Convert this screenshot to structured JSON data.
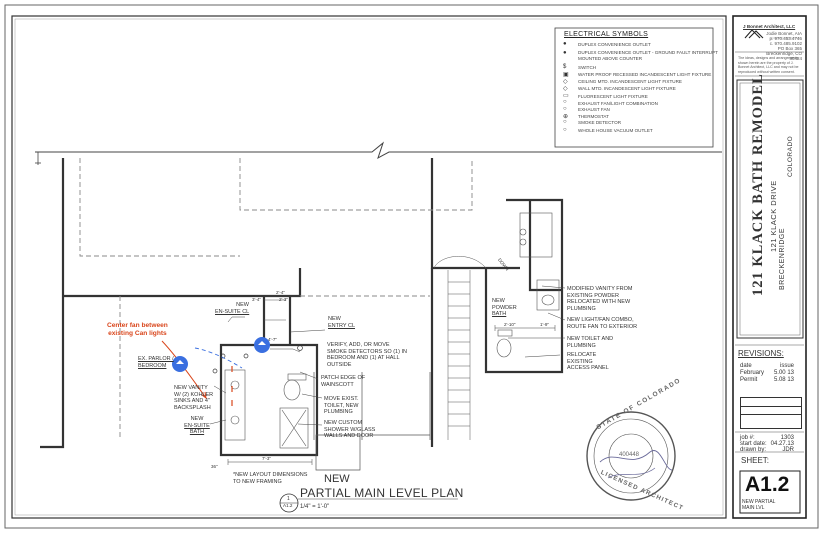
{
  "title_block": {
    "firm_name": "J Bonnet Architect, LLC",
    "firm_contact": [
      "Jodie Bonnet, AIA",
      "p. 970.453.4746",
      "c. 970.485.9102",
      "PO Box 365",
      "Breckenridge, CO 80424"
    ],
    "disclaimer": "The ideas, designs and arrangements shown herein are the property of J. Bonnet Architect, LLC and may not be reproduced without written consent.",
    "project_name": "121 KLACK BATH REMODEL",
    "project_address": "121 KLACK DRIVE",
    "city": "BRECKENRIDGE",
    "state": "COLORADO",
    "revisions_label": "REVISIONS:",
    "revisions": [
      {
        "label": "date",
        "value": "issue"
      },
      {
        "label": "February",
        "value": "5.00 13"
      },
      {
        "label": "Permit",
        "value": "5.08 13"
      }
    ],
    "job_number_label": "job #:",
    "job_number": "1303",
    "start_date_label": "start date:",
    "start_date": "04.27.13",
    "drawn_by_label": "drawn by:",
    "drawn_by": "JDR",
    "sheet_label": "SHEET:",
    "sheet_number": "A1.2",
    "sheet_title": [
      "NEW PARTIAL",
      "MAIN LVL"
    ]
  },
  "legend": {
    "title": "ELECTRICAL SYMBOLS",
    "items": [
      {
        "symbol": "●",
        "label": "DUPLEX CONVENIENCE OUTLET"
      },
      {
        "symbol": "●",
        "label": "DUPLEX CONVENIENCE OUTLET - GROUND FAULT INTERRUPT"
      },
      {
        "symbol": "",
        "label": "MOUNTED ABOVE COUNTER"
      },
      {
        "symbol": "$",
        "label": "SWITCH"
      },
      {
        "symbol": "▣",
        "label": "WATER PROOF RECESSED INCANDESCENT LIGHT FIXTURE"
      },
      {
        "symbol": "◇",
        "label": "CEILING MTD. INCANDESCENT LIGHT FIXTURE"
      },
      {
        "symbol": "◇",
        "label": "WALL MTD. INCANDESCENT LIGHT FIXTURE"
      },
      {
        "symbol": "▭",
        "label": "FLUORESCENT LIGHT FIXTURE"
      },
      {
        "symbol": "○",
        "label": "EXHAUST FAN/LIGHT COMBINATION"
      },
      {
        "symbol": "○",
        "label": "EXHAUST FAN"
      },
      {
        "symbol": "⊕",
        "label": "THERMOSTAT"
      },
      {
        "symbol": "○",
        "label": "SMOKE DETECTOR"
      },
      {
        "symbol": "○",
        "label": "WHOLE HOUSE VACUUM OUTLET"
      }
    ]
  },
  "notes": {
    "new_en_suite_cl": [
      "NEW",
      "EN-SUITE CL"
    ],
    "new_entry_cl": [
      "NEW",
      "ENTRY CL"
    ],
    "verify_smoke": [
      "VERIFY, ADD, OR MOVE",
      "SMOKE DETECTORS SO (1) IN",
      "BEDROOM AND (1) AT HALL",
      "OUTSIDE"
    ],
    "patch_edge": [
      "PATCH EDGE OF",
      "WAINSCOTT"
    ],
    "move_toilet": [
      "MOVE EXIST.",
      "TOILET, NEW",
      "PLUMBING"
    ],
    "custom_shower": [
      "NEW CUSTOM",
      "SHOWER W/GLASS",
      "WALLS AND DOOR"
    ],
    "new_vanity": [
      "NEW VANITY",
      "W/ (2) KOHLER",
      "SINKS AND 4\"",
      "BACKSPLASH"
    ],
    "new_en_suite_bath": [
      "NEW",
      "EN-SUITE",
      "BATH"
    ],
    "parlor": [
      "EX. PARLOR /",
      "BEDROOM"
    ],
    "layout_note": [
      "*NEW LAYOUT DIMENSIONS",
      "TO NEW FRAMING"
    ],
    "new_powder_bath": [
      "NEW",
      "POWDER",
      "BATH"
    ],
    "modified_vanity": [
      "MODIFIED VANITY FROM",
      "EXISTING POWDER",
      "RELOCATED WITH NEW",
      "PLUMBING"
    ],
    "new_light_fan": [
      "NEW LIGHT/FAN COMBO,",
      "ROUTE FAN TO EXTERIOR"
    ],
    "new_toilet": [
      "NEW TOILET AND",
      "PLUMBING"
    ],
    "relocate_access": [
      "RELOCATE",
      "EXISTING",
      "ACCESS PANEL"
    ],
    "down_label": "DOWN"
  },
  "markup": {
    "red_note": [
      "Center fan between",
      "existing Can lights"
    ],
    "red_color": "#d9461c",
    "blue_color": "#3a6fe0"
  },
  "dimensions": {
    "d_3_4": "3'-4\"",
    "d_2_3": "2'-3\"",
    "d_4_7": "4'-7\"",
    "d_2_4": "2'-4\"",
    "d_7_3": "7'-3\"",
    "d_36": "36\"",
    "d_2_10": "2'-10\"",
    "d_1_9": "1'-9\""
  },
  "plan_title": {
    "prefix": "NEW",
    "title": "PARTIAL MAIN LEVEL PLAN",
    "detail_number": "1",
    "detail_sheet": "A1.2",
    "scale": "1/4\" = 1'-0\""
  },
  "stamp": {
    "ring_top": "STATE OF COLORADO",
    "ring_bottom": "LICENSED ARCHITECT",
    "license_number": "400448"
  }
}
